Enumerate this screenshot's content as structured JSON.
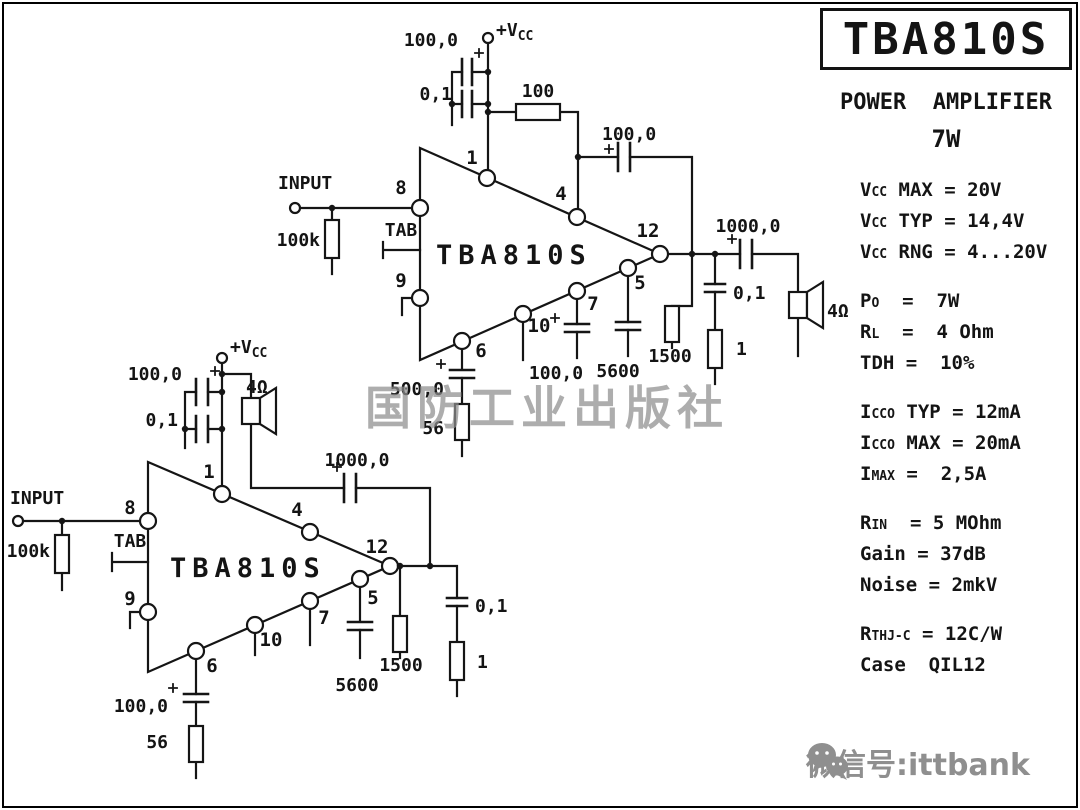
{
  "page": {
    "watermark": "国防工业出版社",
    "footer_wechat": "微信号:ittbank"
  },
  "panel": {
    "chip_title": "TBA810S",
    "subtitle": "POWER  AMPLIFIER",
    "power": "7W",
    "specs": [
      {
        "pre": "V",
        "sub": "CC",
        "post": " MAX = 20V"
      },
      {
        "pre": "V",
        "sub": "CC",
        "post": " TYP = 14,4V"
      },
      {
        "pre": "V",
        "sub": "CC",
        "post": " RNG = 4...20V"
      },
      {
        "pre": "P",
        "sub": "O",
        "post": "  =  7W"
      },
      {
        "pre": "R",
        "sub": "L",
        "post": "  =  4 Ohm"
      },
      {
        "pre": "TDH",
        "sub": "",
        "post": " =  10%"
      },
      {
        "pre": "I",
        "sub": "CCO",
        "post": " TYP = 12mA"
      },
      {
        "pre": "I",
        "sub": "CCO",
        "post": " MAX = 20mA"
      },
      {
        "pre": "I",
        "sub": "MAX",
        "post": " =  2,5A"
      },
      {
        "pre": "R",
        "sub": "IN",
        "post": "  = 5 MOhm"
      },
      {
        "pre": "Gain",
        "sub": "",
        "post": " = 37dB"
      },
      {
        "pre": "Noise",
        "sub": "",
        "post": " = 2mkV"
      },
      {
        "pre": "R",
        "sub": "THJ-C",
        "post": " = 12C/W"
      },
      {
        "pre": "Case",
        "sub": "",
        "post": "  QIL12"
      }
    ]
  },
  "top": {
    "chip": "TBA810S",
    "input": "INPUT",
    "vcc_pre": "+V",
    "vcc_sub": "CC",
    "tab": "TAB",
    "pins": {
      "p1": "1",
      "p4": "4",
      "p5": "5",
      "p6": "6",
      "p7": "7",
      "p8": "8",
      "p9": "9",
      "p10": "10",
      "p12": "12"
    },
    "r_input": "100k",
    "c_sup1": "100,0",
    "c_sup2": "0,1",
    "r_sup": "100",
    "c_boot": "100,0",
    "c_out": "1000,0",
    "c_zobel": "0,1",
    "r_zobel": "1",
    "speaker": "4Ω",
    "r_1500": "1500",
    "c_p5": "5600",
    "c_p7": "100,0",
    "c_p6": "500,0",
    "r_p6": "56"
  },
  "bottom": {
    "chip": "TBA810S",
    "input": "INPUT",
    "vcc_pre": "+V",
    "vcc_sub": "CC",
    "tab": "TAB",
    "pins": {
      "p1": "1",
      "p4": "4",
      "p5": "5",
      "p6": "6",
      "p7": "7",
      "p8": "8",
      "p9": "9",
      "p10": "10",
      "p12": "12"
    },
    "r_input": "100k",
    "c_sup1": "100,0",
    "c_sup2": "0,1",
    "c_out": "1000,0",
    "c_zobel": "0,1",
    "r_zobel": "1",
    "speaker": "4Ω",
    "r_1500": "1500",
    "c_p5": "5600",
    "c_p6": "100,0",
    "r_p6": "56"
  }
}
